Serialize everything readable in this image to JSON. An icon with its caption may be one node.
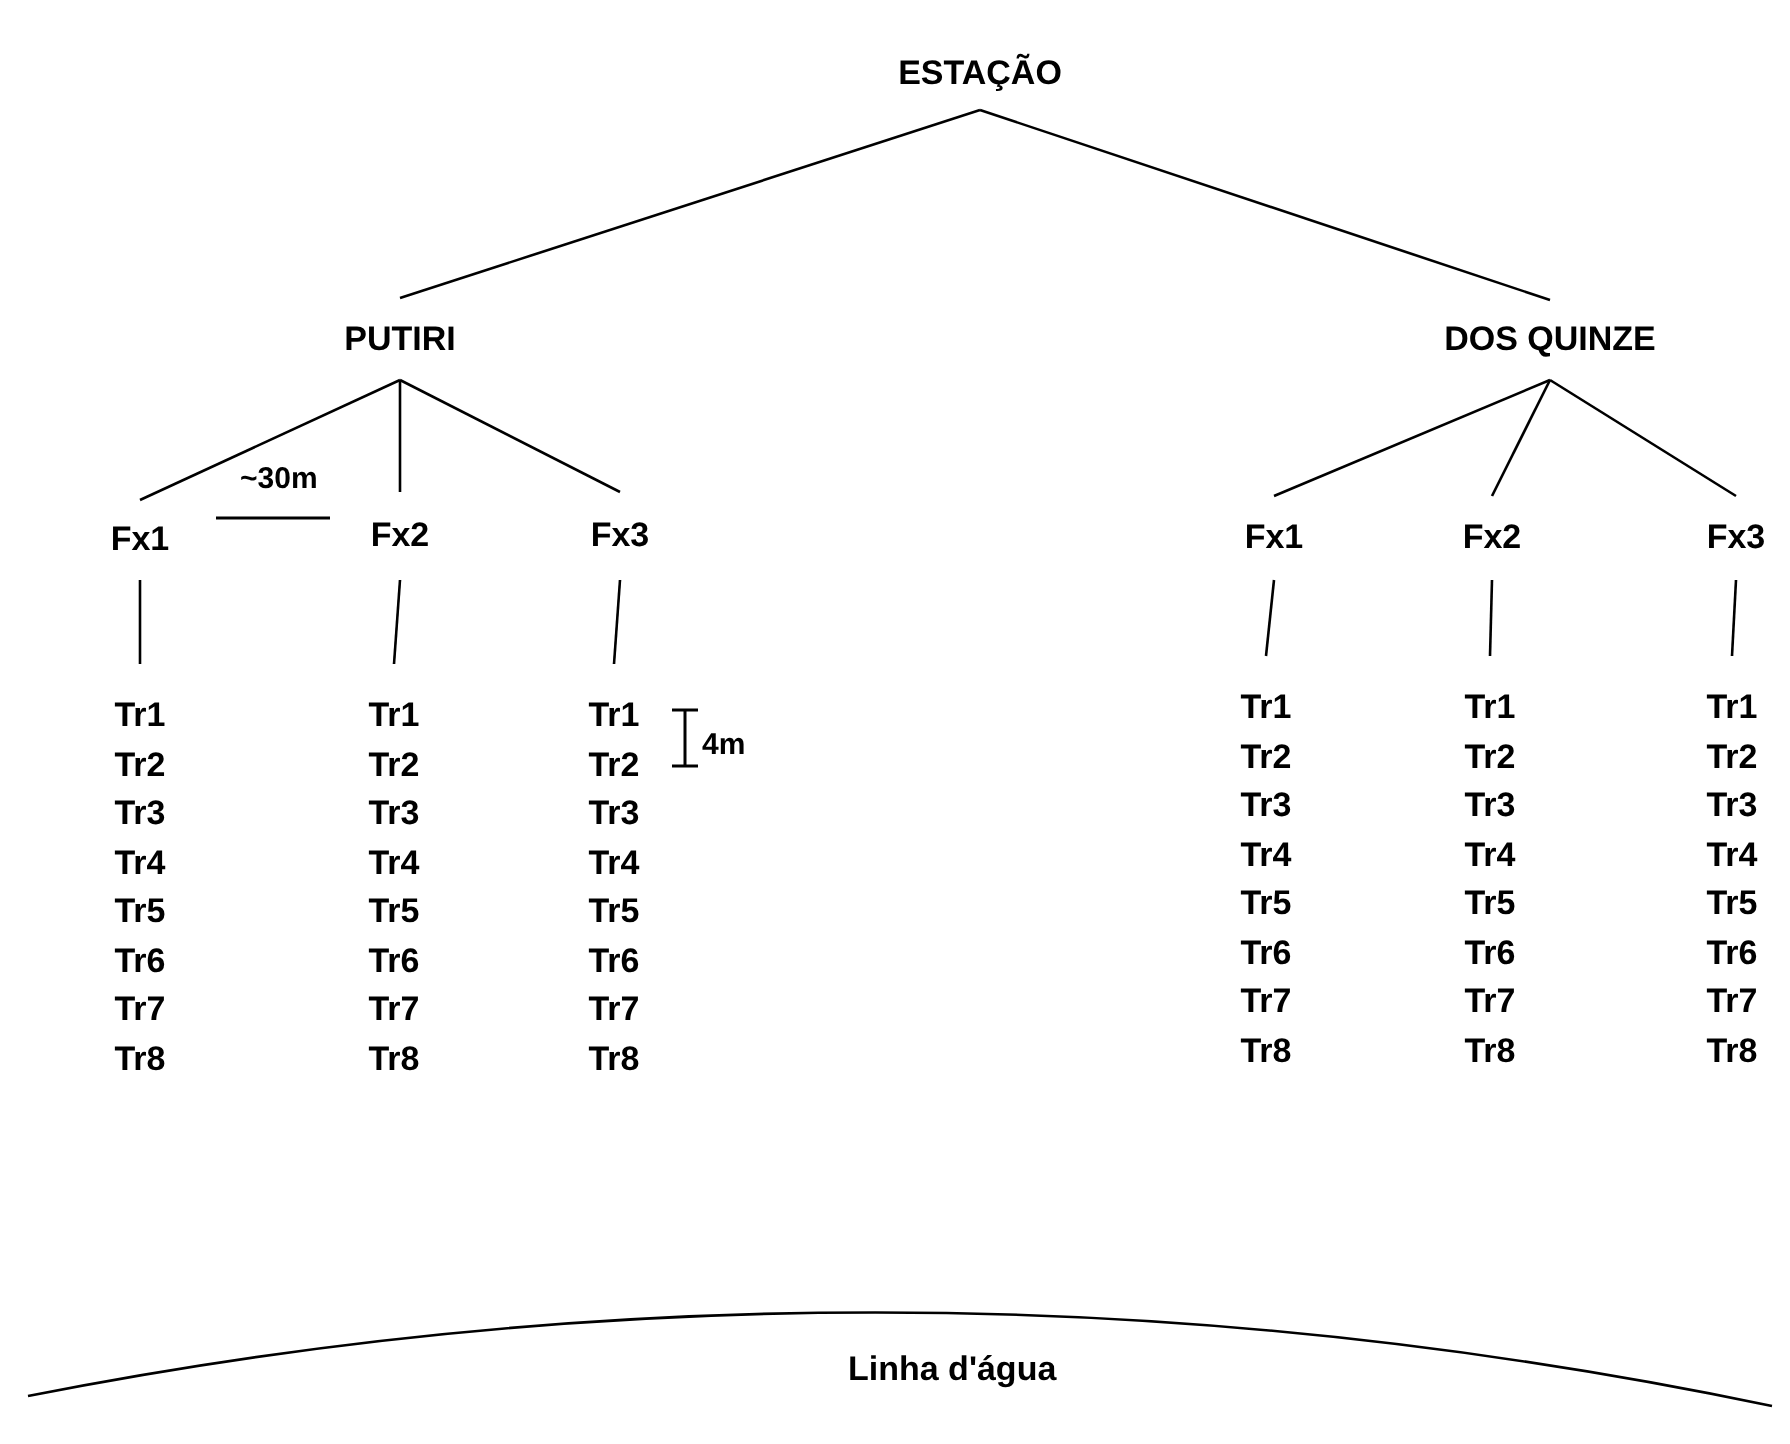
{
  "diagram": {
    "nodes": [
      {
        "text": [
          "ESTAÇÃO"
        ]
      },
      {
        "text": [
          "PUTIRI"
        ]
      },
      {
        "text": [
          "DOS QUINZE"
        ]
      },
      {
        "text": [
          "Fx1"
        ]
      },
      {
        "text": [
          "Fx2"
        ]
      },
      {
        "text": [
          "Fx3"
        ]
      },
      {
        "text": [
          "Fx1"
        ]
      },
      {
        "text": [
          "Fx2"
        ]
      },
      {
        "text": [
          "Fx3"
        ]
      },
      {
        "text": [
          "Tr1",
          "Tr2",
          "Tr3",
          "Tr4",
          "Tr5",
          "Tr6",
          "Tr7",
          "Tr8"
        ]
      },
      {
        "text": [
          "Tr1",
          "Tr2",
          "Tr3",
          "Tr4",
          "Tr5",
          "Tr6",
          "Tr7",
          "Tr8"
        ]
      },
      {
        "text": [
          "Tr1",
          "Tr2",
          "Tr3",
          "Tr4",
          "Tr5",
          "Tr6",
          "Tr7",
          "Tr8"
        ]
      },
      {
        "text": [
          "Tr1",
          "Tr2",
          "Tr3",
          "Tr4",
          "Tr5",
          "Tr6",
          "Tr7",
          "Tr8"
        ]
      },
      {
        "text": [
          "Tr1",
          "Tr2",
          "Tr3",
          "Tr4",
          "Tr5",
          "Tr6",
          "Tr7",
          "Tr8"
        ]
      },
      {
        "text": [
          "Tr1",
          "Tr2",
          "Tr3",
          "Tr4",
          "Tr5",
          "Tr6",
          "Tr7",
          "Tr8"
        ]
      }
    ],
    "edges": [
      {
        "from": 0,
        "to": 1,
        "arrow": "none"
      },
      {
        "from": 0,
        "to": 2,
        "arrow": "none"
      },
      {
        "from": 1,
        "to": 3,
        "arrow": "none"
      },
      {
        "from": 1,
        "to": 4,
        "arrow": "none"
      },
      {
        "from": 1,
        "to": 5,
        "arrow": "none"
      },
      {
        "from": 2,
        "to": 6,
        "arrow": "none"
      },
      {
        "from": 2,
        "to": 7,
        "arrow": "none"
      },
      {
        "from": 2,
        "to": 8,
        "arrow": "none"
      },
      {
        "from": 3,
        "to": 9,
        "arrow": "none"
      },
      {
        "from": 4,
        "to": 10,
        "arrow": "none"
      },
      {
        "from": 5,
        "to": 11,
        "arrow": "none"
      },
      {
        "from": 6,
        "to": 12,
        "arrow": "none"
      },
      {
        "from": 7,
        "to": 13,
        "arrow": "none"
      },
      {
        "from": 8,
        "to": 14,
        "arrow": "none"
      }
    ],
    "labels": [
      "~30m",
      "4m",
      "Linha d'água"
    ]
  }
}
